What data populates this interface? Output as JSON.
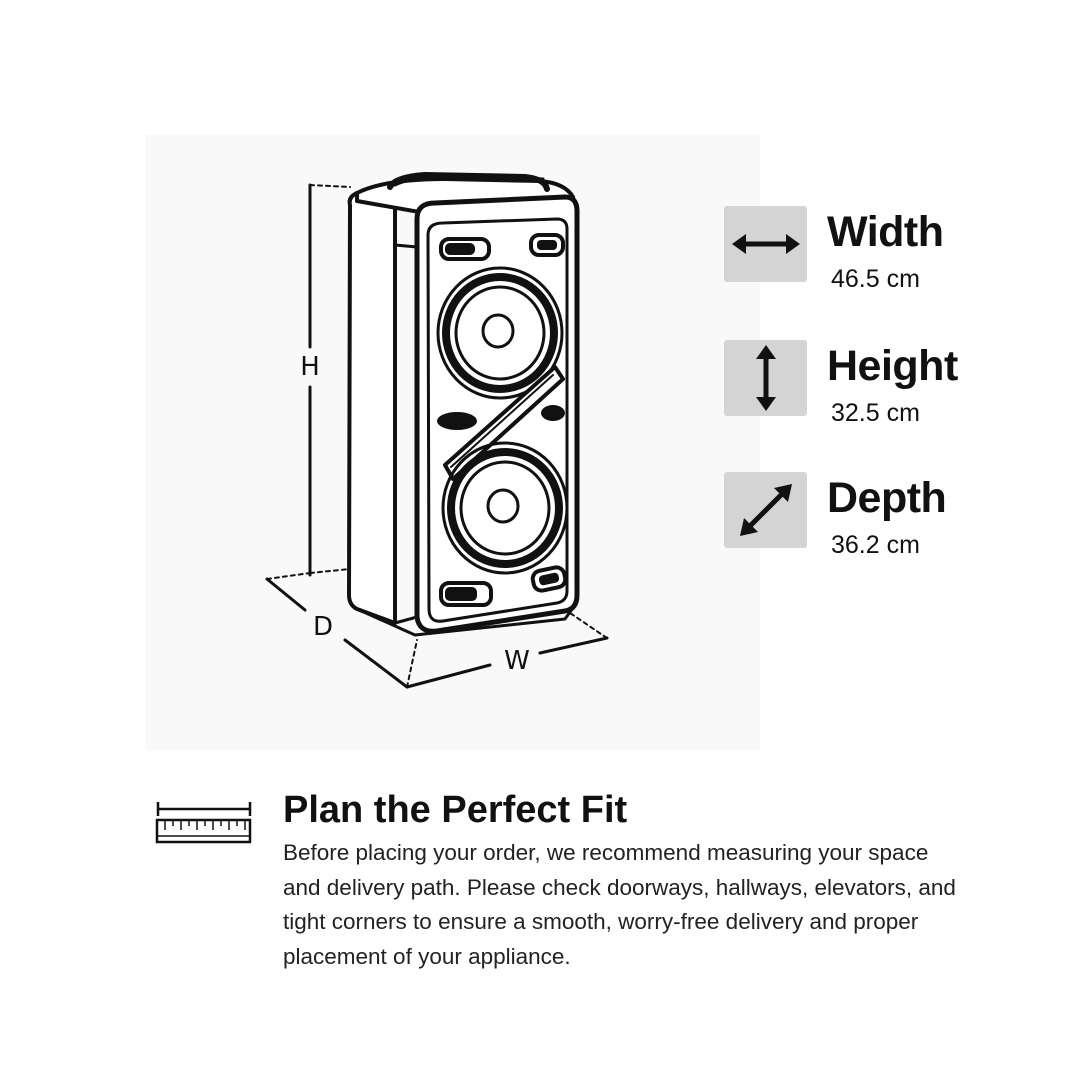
{
  "illustration": {
    "labels": {
      "height": "H",
      "depth": "D",
      "width": "W"
    }
  },
  "dimensions": [
    {
      "label": "Width",
      "value": "46.5 cm",
      "icon": "horizontal-double-arrow-icon"
    },
    {
      "label": "Height",
      "value": "32.5 cm",
      "icon": "vertical-double-arrow-icon"
    },
    {
      "label": "Depth",
      "value": "36.2 cm",
      "icon": "diagonal-double-arrow-icon"
    }
  ],
  "fit_section": {
    "icon": "ruler-icon",
    "title": "Plan the Perfect Fit",
    "body": "Before placing your order, we recommend measuring your space and delivery path. Please check doorways, hallways, elevators, and tight corners to ensure a smooth, worry-free delivery and proper placement of your appliance."
  },
  "colors": {
    "icon_box": "#d4d4d4",
    "panel_bg": "#f9f9f9",
    "text": "#111111"
  }
}
